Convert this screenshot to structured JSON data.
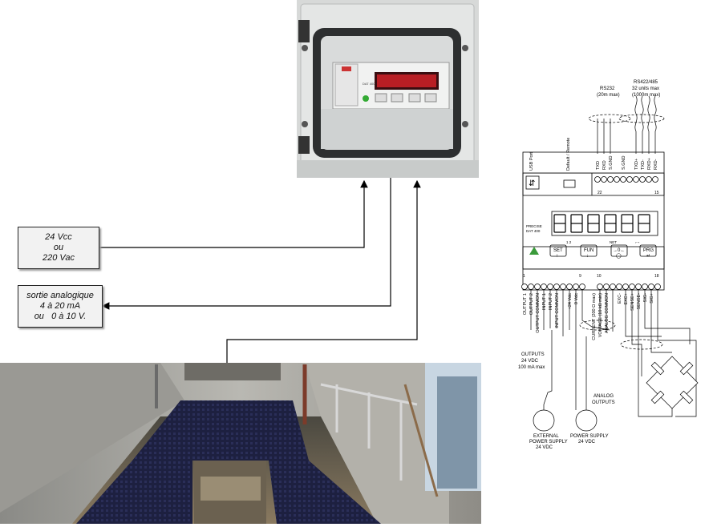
{
  "power_box": {
    "lines": [
      "24 Vcc",
      "ou",
      "220 Vac"
    ]
  },
  "output_box": {
    "lines": [
      "sortie analogique",
      "4 à 20 mA",
      "ou   0 à 10 V."
    ]
  },
  "cabinet": {
    "display_label": "DAT 400"
  },
  "wiring": {
    "front_panel": {
      "usb_label": "USB Port",
      "default_remote_label": "Default / Remote",
      "brand_lines": [
        "PRECISE",
        "DAT 400"
      ],
      "buttons": [
        {
          "label": "SET",
          "symbol": "↑"
        },
        {
          "label": "FUN",
          "symbol": "↓"
        },
        {
          "label": "→0←",
          "symbol": "◯"
        },
        {
          "label": "PRG",
          "symbol": "↵"
        }
      ],
      "button_marks": [
        "1  2",
        "NET",
        "⌐¬"
      ]
    },
    "top_terminals": {
      "group_labels": [
        "RS232",
        "(20m max)",
        "RS422/485",
        "32 units max",
        "(1000m max)"
      ],
      "labels": [
        "TXD",
        "RXD",
        "S.GND",
        "S.GND",
        "TXD+",
        "TXD-",
        "RXD+",
        "RXD-"
      ],
      "pin_numbers": [
        "22",
        "15"
      ]
    },
    "bottom_terminals": {
      "left_labels": [
        "OUTPUT 1",
        "OUTPUT 2",
        "OUTPUT COMMON",
        "INPUT 1",
        "INPUT 2",
        "INPUT COMMON",
        "+24 Vdc",
        "0 Vdc"
      ],
      "right_labels": [
        "CURRENT (200 Ω max)",
        "VOLTAGE (10 kΩ min)",
        "ANALOG COMMON",
        "EXC-",
        "EXC+",
        "SENSE+",
        "SENSE-",
        "SIG-",
        "SIG+"
      ],
      "pin_numbers": [
        "1",
        "9",
        "10",
        "18"
      ]
    },
    "notes": {
      "outputs": [
        "OUTPUTS",
        "24 VDC",
        "100 mA max"
      ],
      "analog": [
        "ANALOG",
        "OUTPUTS"
      ],
      "external_supply": [
        "EXTERNAL",
        "POWER SUPPLY",
        "24 VDC"
      ],
      "power_supply": [
        "POWER SUPPLY",
        "24 VDC"
      ]
    }
  }
}
